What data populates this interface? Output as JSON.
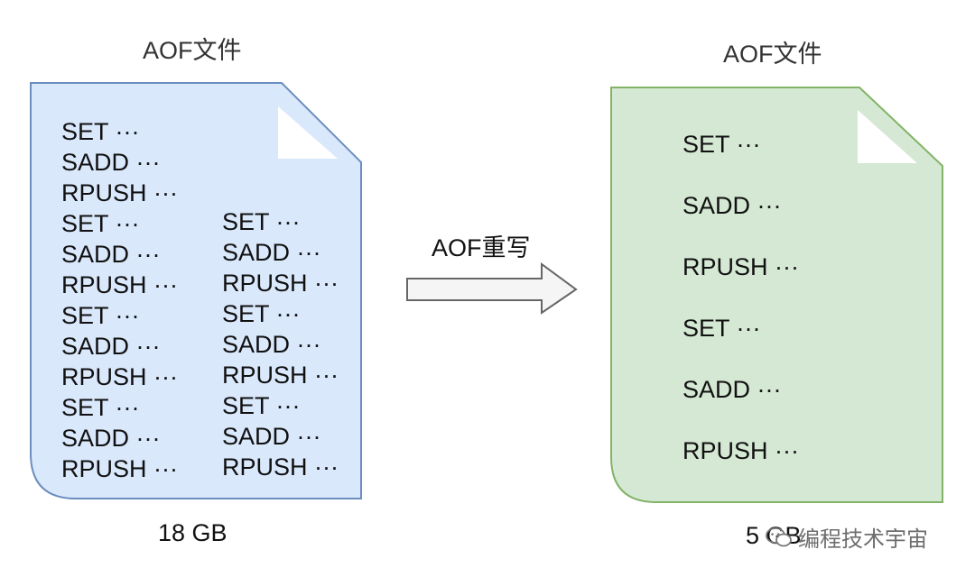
{
  "left_file": {
    "title": "AOF文件",
    "size": "18 GB",
    "column1": [
      "SET ···",
      "SADD ···",
      "RPUSH ···",
      "SET ···",
      "SADD ···",
      "RPUSH ···",
      "SET ···",
      "SADD ···",
      "RPUSH ···",
      "SET ···",
      "SADD ···",
      "RPUSH ···"
    ],
    "column2": [
      "SET ···",
      "SADD ···",
      "RPUSH ···",
      "SET ···",
      "SADD ···",
      "RPUSH ···",
      "SET ···",
      "SADD ···",
      "RPUSH ···"
    ],
    "fill": "#dae8fc",
    "stroke": "#6c8ebf"
  },
  "arrow": {
    "label": "AOF重写",
    "fill": "#f5f5f5",
    "stroke": "#666666"
  },
  "right_file": {
    "title": "AOF文件",
    "size": "5 GB",
    "commands": [
      "SET ···",
      "SADD ···",
      "RPUSH ···",
      "SET ···",
      "SADD ···",
      "RPUSH ···"
    ],
    "fill": "#d5e8d4",
    "stroke": "#82b366"
  },
  "watermark": {
    "text": "编程技术宇宙",
    "icon": "wechat-icon"
  }
}
